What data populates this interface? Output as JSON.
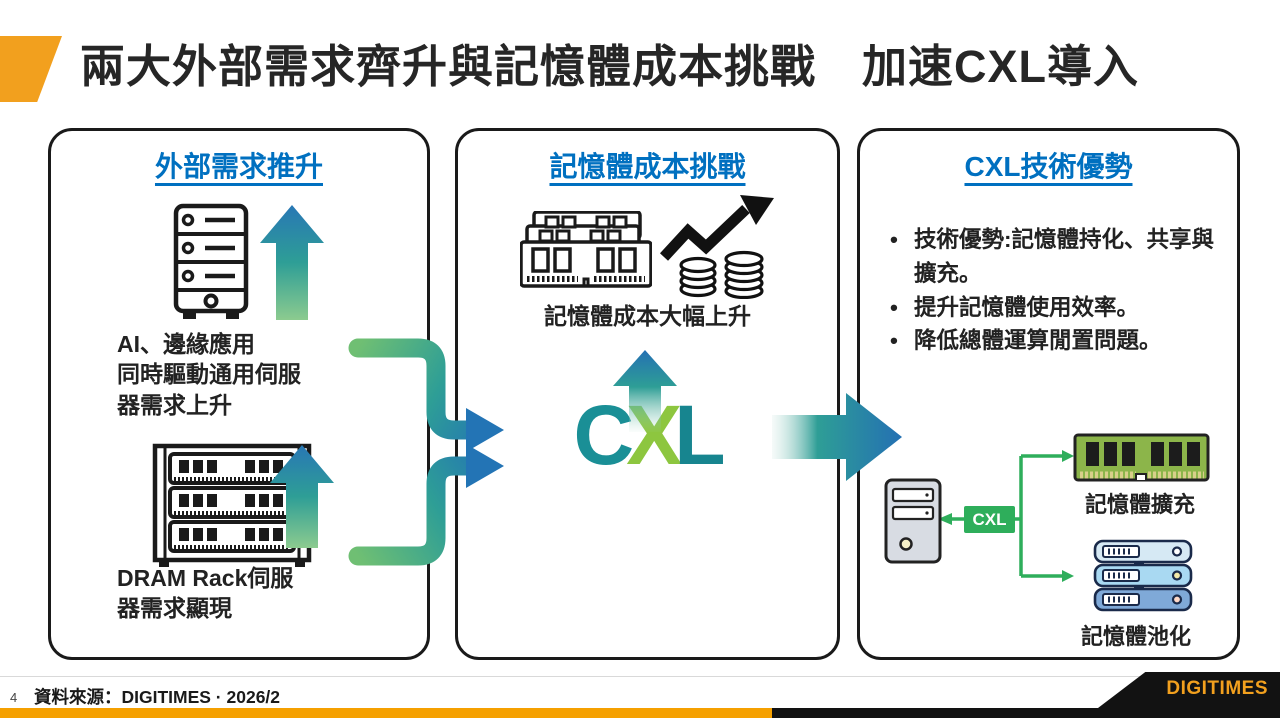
{
  "slide": {
    "title": "兩大外部需求齊升與記憶體成本挑戰　加速CXL導入",
    "page_number": "4",
    "source": "資料來源：DIGITIMES · 2026/2",
    "brand": "DIGITIMES"
  },
  "panels": {
    "demand": {
      "heading": "外部需求推升",
      "item1_caption": "AI、邊緣應用\n同時驅動通用伺服\n器需求上升",
      "item2_caption": "DRAM Rack伺服\n器需求顯現"
    },
    "cost": {
      "heading": "記憶體成本挑戰",
      "caption": "記憶體成本大幅上升",
      "logo_c": "C",
      "logo_x": "X",
      "logo_l": "L"
    },
    "advantage": {
      "heading": "CXL技術優勢",
      "bullets": [
        "技術優勢:記憶體持化、共享與擴充。",
        "提升記憶體使用效率。",
        "降低總體運算閒置問題。"
      ],
      "cxl_badge": "CXL",
      "expansion_label": "記憶體擴充",
      "pooling_label": "記憶體池化"
    }
  },
  "icons": {
    "server_tower": "server-tower-icon",
    "dram_rack": "dram-rack-icon",
    "up_arrow": "up-arrow-icon",
    "ram_modules": "ram-modules-icon",
    "cost_rise": "cost-rise-chart-icon",
    "pc_tower": "pc-tower-icon",
    "memory_module": "memory-module-icon",
    "server_stack": "server-stack-icon"
  },
  "colors": {
    "accent_orange": "#F2A01E",
    "footer_orange": "#F5A000",
    "heading_blue": "#0070C0",
    "arrow_green": "#6FBF73",
    "arrow_teal": "#2E9E96",
    "arrow_blue": "#2470B3",
    "cxl_teal": "#1A8F96",
    "cxl_green": "#8DC63F",
    "connector_green": "#2EAE5B",
    "panel_border": "#1A1A1A"
  }
}
